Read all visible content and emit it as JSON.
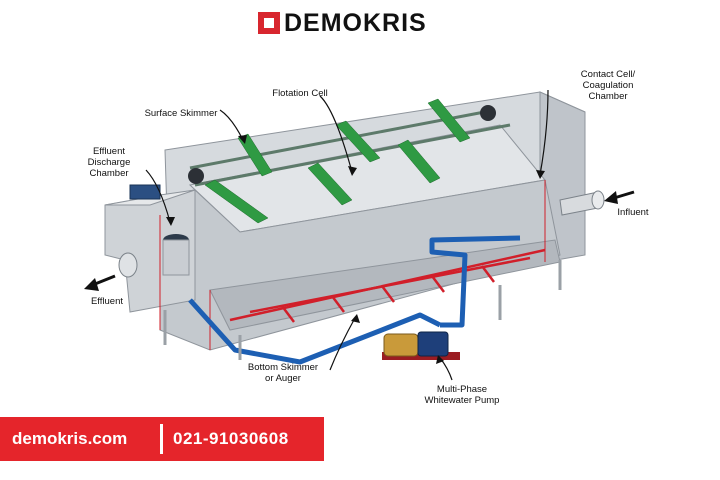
{
  "brand": {
    "name": "DEMOKRIS",
    "color": "#d8262e"
  },
  "labels": {
    "flotation_cell": "Flotation Cell",
    "surface_skimmer": "Surface Skimmer",
    "contact_cell": "Contact Cell/\nCoagulation\nChamber",
    "effluent_chamber": "Effluent\nDischarge\nChamber",
    "influent": "Influent",
    "effluent": "Effluent",
    "bottom_skimmer": "Bottom Skimmer\nor Auger",
    "pump": "Multi-Phase\nWhitewater Pump"
  },
  "contact": {
    "website": "demokris.com",
    "phone": "021-91030608",
    "bar_color": "#e5252b"
  },
  "colors": {
    "tank": "#c9cdd2",
    "tank_dark": "#a9aeb4",
    "skimmer": "#2f9a43",
    "pipe": "#1d5fb3",
    "red_line": "#d11f2a"
  }
}
